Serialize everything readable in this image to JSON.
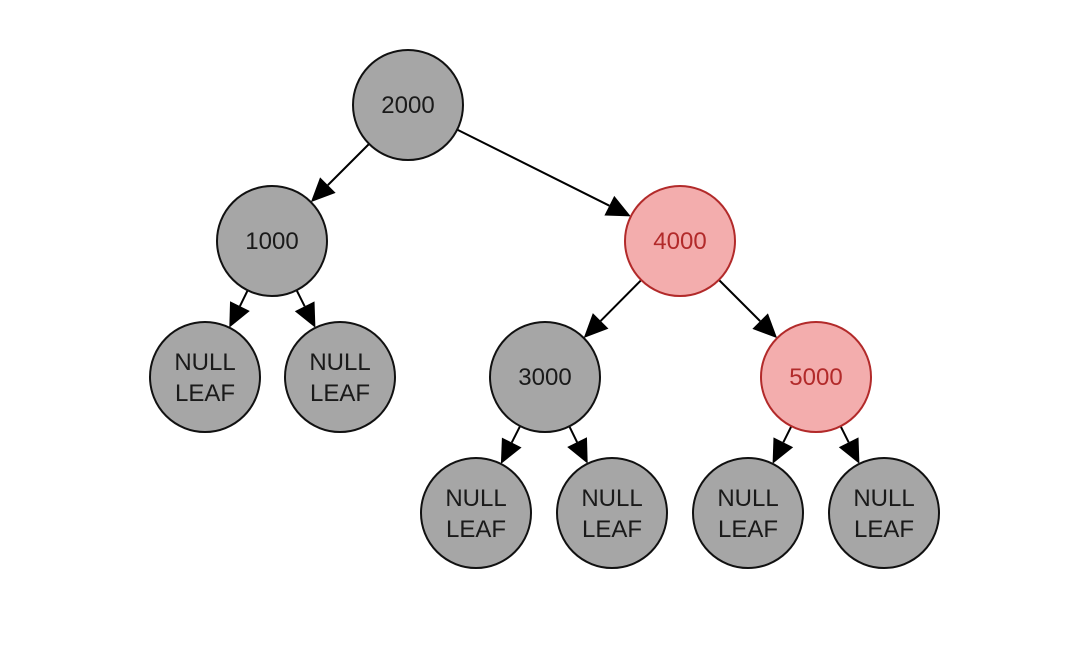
{
  "diagram": {
    "colors": {
      "black_fill": "#a6a6a6",
      "black_stroke": "#111111",
      "black_text": "#1a1a1a",
      "red_fill": "#f3adad",
      "red_stroke": "#b22a2a",
      "red_text": "#b22a2a",
      "edge": "#000000"
    },
    "nodes": [
      {
        "id": "n2000",
        "label": "2000",
        "color": "black"
      },
      {
        "id": "n1000",
        "label": "1000",
        "color": "black"
      },
      {
        "id": "n4000",
        "label": "4000",
        "color": "red"
      },
      {
        "id": "leaf1",
        "label": [
          "NULL",
          "LEAF"
        ],
        "color": "black"
      },
      {
        "id": "leaf2",
        "label": [
          "NULL",
          "LEAF"
        ],
        "color": "black"
      },
      {
        "id": "n3000",
        "label": "3000",
        "color": "black"
      },
      {
        "id": "n5000",
        "label": "5000",
        "color": "red"
      },
      {
        "id": "leaf3",
        "label": [
          "NULL",
          "LEAF"
        ],
        "color": "black"
      },
      {
        "id": "leaf4",
        "label": [
          "NULL",
          "LEAF"
        ],
        "color": "black"
      },
      {
        "id": "leaf5",
        "label": [
          "NULL",
          "LEAF"
        ],
        "color": "black"
      },
      {
        "id": "leaf6",
        "label": [
          "NULL",
          "LEAF"
        ],
        "color": "black"
      }
    ],
    "edges": [
      {
        "from": "n2000",
        "to": "n1000"
      },
      {
        "from": "n2000",
        "to": "n4000"
      },
      {
        "from": "n1000",
        "to": "leaf1"
      },
      {
        "from": "n1000",
        "to": "leaf2"
      },
      {
        "from": "n4000",
        "to": "n3000"
      },
      {
        "from": "n4000",
        "to": "n5000"
      },
      {
        "from": "n3000",
        "to": "leaf3"
      },
      {
        "from": "n3000",
        "to": "leaf4"
      },
      {
        "from": "n5000",
        "to": "leaf5"
      },
      {
        "from": "n5000",
        "to": "leaf6"
      }
    ]
  }
}
